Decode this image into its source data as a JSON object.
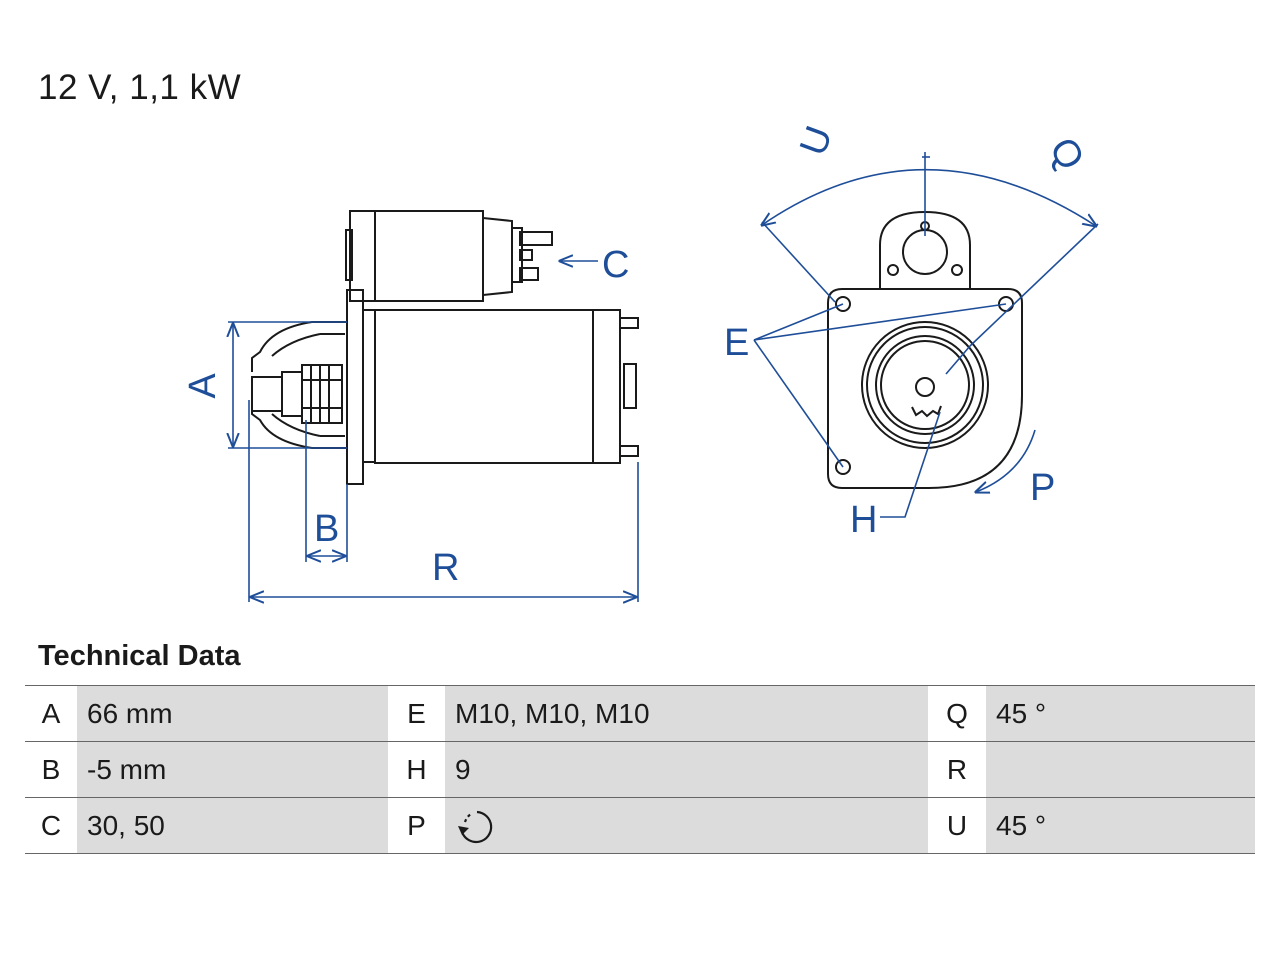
{
  "header": {
    "title": "12 V, 1,1 kW"
  },
  "drawing": {
    "labels": {
      "A": "A",
      "B": "B",
      "C": "C",
      "R": "R",
      "U": "U",
      "Q": "Q",
      "E": "E",
      "H": "H",
      "P": "P"
    },
    "line_color": "#1f4e99"
  },
  "technical_data": {
    "title": "Technical Data",
    "rows": [
      [
        {
          "key": "A",
          "value": "66 mm"
        },
        {
          "key": "E",
          "value": "M10, M10, M10"
        },
        {
          "key": "Q",
          "value": "45 °"
        }
      ],
      [
        {
          "key": "B",
          "value": "-5 mm"
        },
        {
          "key": "H",
          "value": "9"
        },
        {
          "key": "R",
          "value": ""
        }
      ],
      [
        {
          "key": "C",
          "value": "30, 50"
        },
        {
          "key": "P",
          "value": "",
          "icon": "clockwise-rotation-icon"
        },
        {
          "key": "U",
          "value": "45 °"
        }
      ]
    ]
  }
}
